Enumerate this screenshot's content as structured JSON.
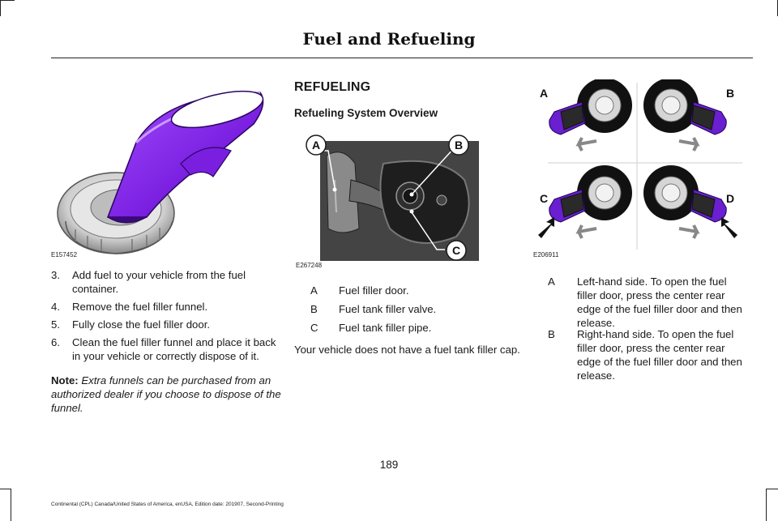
{
  "header": {
    "title": "Fuel and Refueling"
  },
  "figures": {
    "funnel": {
      "id": "E157452"
    },
    "system": {
      "id": "E267248",
      "callouts": [
        "A",
        "B",
        "C"
      ]
    },
    "doors": {
      "id": "E206911",
      "callouts": [
        "A",
        "B",
        "C",
        "D"
      ]
    }
  },
  "steps": [
    {
      "num": "3.",
      "text": "Add fuel to your vehicle from the fuel container."
    },
    {
      "num": "4.",
      "text": "Remove the fuel filler funnel."
    },
    {
      "num": "5.",
      "text": "Fully close the fuel filler door."
    },
    {
      "num": "6.",
      "text": "Clean the fuel filler funnel and place it back in your vehicle or correctly dispose of it."
    }
  ],
  "note": {
    "label": "Note:",
    "text": "Extra funnels can be purchased from an authorized dealer if you choose to dispose of the funnel."
  },
  "section": {
    "title": "REFUELING",
    "subtitle": "Refueling System Overview"
  },
  "system_legend": [
    {
      "key": "A",
      "value": "Fuel filler door."
    },
    {
      "key": "B",
      "value": "Fuel tank filler valve."
    },
    {
      "key": "C",
      "value": "Fuel tank filler pipe."
    }
  ],
  "system_note": "Your vehicle does not have a fuel tank filler cap.",
  "door_legend": [
    {
      "key": "A",
      "value": "Left-hand side. To open the fuel filler door, press the center rear edge of the fuel filler door and then release."
    },
    {
      "key": "B",
      "value": "Right-hand side. To open the fuel filler door, press the center rear edge of the fuel filler door and then release."
    }
  ],
  "page_number": "189",
  "footer": "Continental (CPL) Canada/United States of America, enUSA, Edition date: 201907, Second-Printing"
}
